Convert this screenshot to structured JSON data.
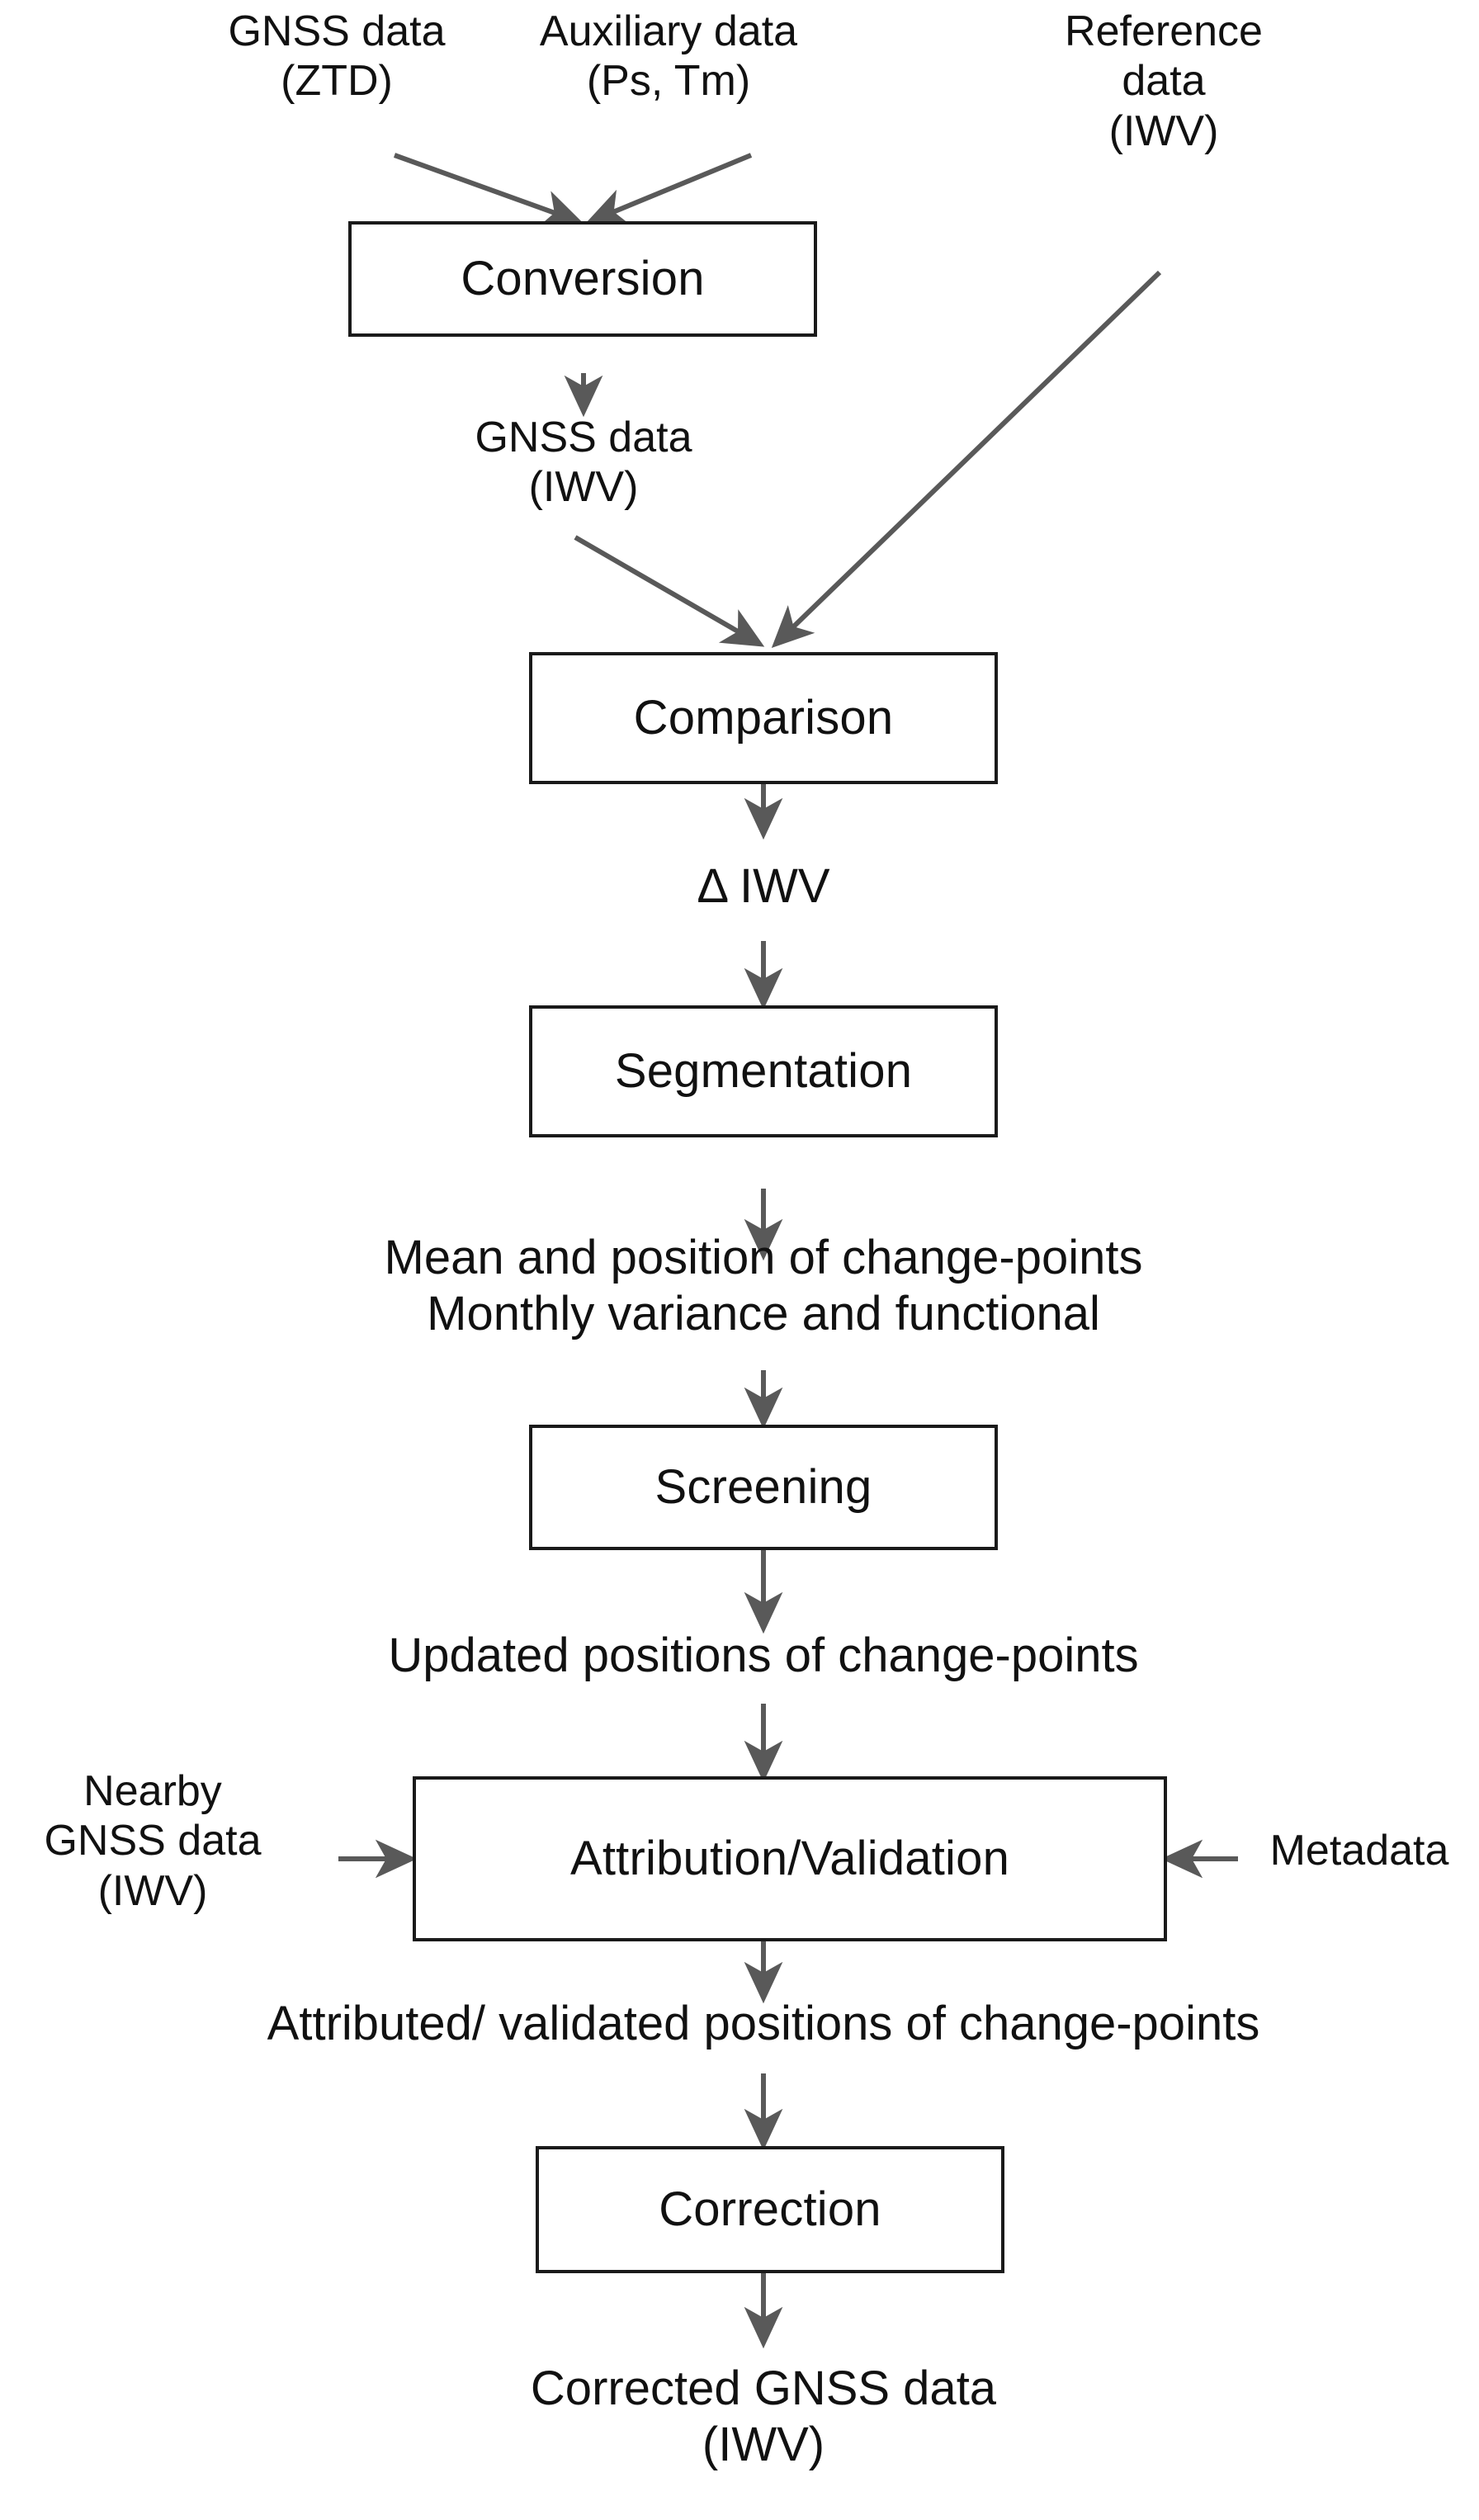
{
  "diagram": {
    "title": "GNSS IWV homogenisation processing chain",
    "stroke_color": "#1a1a1a",
    "arrow_color": "#595959",
    "background": "#ffffff",
    "inputs": [
      {
        "id": "gnss-ztd",
        "text": "GNSS data\n(ZTD)"
      },
      {
        "id": "auxiliary",
        "text": "Auxiliary data\n(Ps, Tm)"
      },
      {
        "id": "reference",
        "text": "Reference data\n(IWV)"
      }
    ],
    "boxes": [
      {
        "id": "conversion",
        "label": "Conversion"
      },
      {
        "id": "comparison",
        "label": "Comparison"
      },
      {
        "id": "segmentation",
        "label": "Segmentation"
      },
      {
        "id": "screening",
        "label": "Screening"
      },
      {
        "id": "attribution-validation",
        "label": "Attribution/Validation"
      },
      {
        "id": "correction",
        "label": "Correction"
      }
    ],
    "intermediate_labels": [
      {
        "id": "gnss-iwv",
        "text": "GNSS data\n(IWV)"
      },
      {
        "id": "delta-iwv",
        "text": "Δ IWV"
      },
      {
        "id": "segmentation-output",
        "text": "Mean and position of change-points\nMonthly variance and functional"
      },
      {
        "id": "screening-output",
        "text": "Updated positions of change-points"
      },
      {
        "id": "attribution-output",
        "text": "Attributed/ validated positions of change-points"
      }
    ],
    "side_inputs": [
      {
        "id": "nearby-gnss",
        "text": "Nearby\nGNSS data\n(IWV)"
      },
      {
        "id": "metadata",
        "text": "Metadata"
      }
    ],
    "output": {
      "id": "corrected-gnss",
      "text": "Corrected GNSS data\n(IWV)"
    }
  }
}
